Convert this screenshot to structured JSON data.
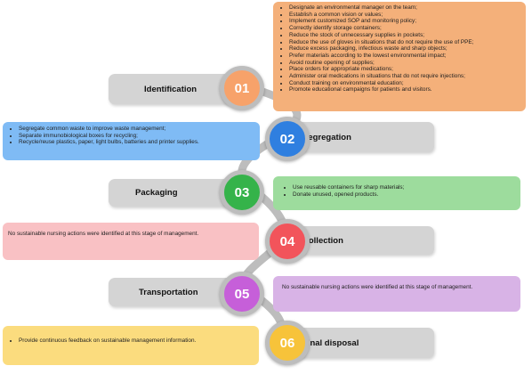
{
  "steps": [
    {
      "number": "01",
      "label": "Identification",
      "color": "#f7a26a",
      "box_color": "#f4b07a",
      "actions": [
        "Designate an environmental manager on the team;",
        "Establish a common vision or values;",
        "Implement customized SOP and monitoring policy;",
        "Correctly identify storage containers;",
        "Reduce the stock of unnecessary supplies in pockets;",
        "Reduce the use of gloves in situations that do not require the use of PPE;",
        "Reduce excess packaging, infectious waste and sharp objects;",
        "Prefer materials according to the lowest environmental impact;",
        "Avoid routine opening of supplies;",
        "Place orders for appropriate medications;",
        "Administer oral medications in situations that do not require injections;",
        "Conduct training on environmental education;",
        "Promote educational campaigns for patients and visitors."
      ]
    },
    {
      "number": "02",
      "label": "Segregation",
      "color": "#2f7fe0",
      "box_color": "#7fbbf5",
      "actions": [
        "Segregate common waste to improve waste management;",
        "Separate immunobiological boxes for recycling;",
        "Recycle/reuse plastics, paper, light bulbs, batteries and printer supplies."
      ]
    },
    {
      "number": "03",
      "label": "Packaging",
      "color": "#35b34a",
      "box_color": "#9ddc9d",
      "actions": [
        "Use reusable containers for sharp materials;",
        "Donate unused, opened products."
      ]
    },
    {
      "number": "04",
      "label": "Collection",
      "color": "#f2545b",
      "box_color": "#f9c1c4",
      "note": "No sustainable nursing actions were identified at this stage of management."
    },
    {
      "number": "05",
      "label": "Transportation",
      "color": "#c65fd9",
      "box_color": "#d8b3e6",
      "note": "No sustainable nursing actions were identified at this stage of management."
    },
    {
      "number": "06",
      "label": "Final disposal",
      "color": "#f7c33a",
      "box_color": "#fbdc7e",
      "actions": [
        "Provide continuous feedback on sustainable management information."
      ]
    }
  ],
  "connector_color": "#bdbdbd"
}
